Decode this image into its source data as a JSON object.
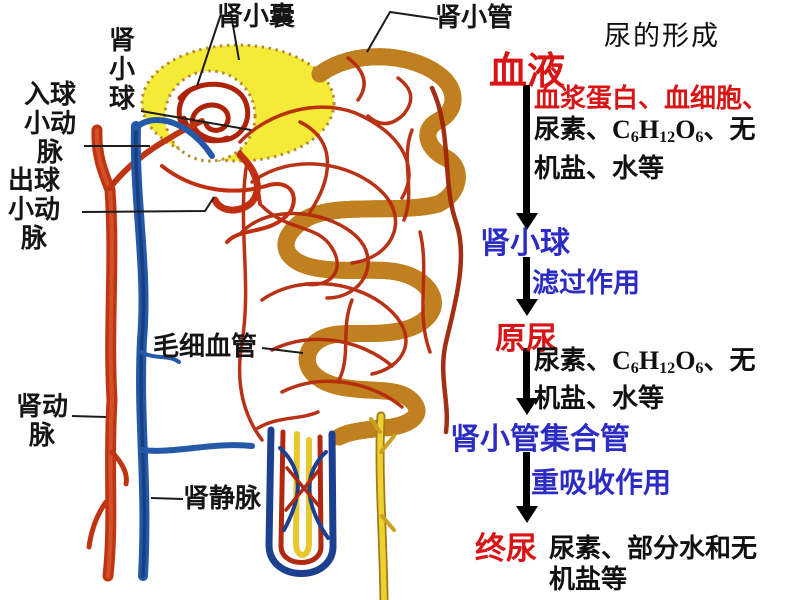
{
  "slide": {
    "title": "尿的形成"
  },
  "colors": {
    "red_text": "#d81414",
    "blue_text": "#2c2cc4",
    "black_text": "#101010",
    "artery_red": "#bf3512",
    "vein_blue": "#2458a8",
    "capsule_yellow": "#f4ea38",
    "tubule_yellow": "#f3df3d"
  },
  "diagram": {
    "labels": {
      "renal_capsule": "肾小囊",
      "renal_tubule": "肾小管",
      "glomerulus": "肾小球",
      "afferent_arteriole": "入球小动脉",
      "efferent_arteriole": "出球小动脉",
      "capillary": "毛细血管",
      "renal_artery": "肾动脉",
      "renal_vein": "肾静脉"
    }
  },
  "flowchart": {
    "blood": {
      "label": "血液",
      "components_red": "血浆蛋白、血细胞、",
      "components_black": "尿素、C_6H_12O_6、无机盐、水等"
    },
    "glomerulus_label": "肾小球",
    "filtration_label": "滤过作用",
    "primary_urine": {
      "label": "原尿",
      "components": "尿素、C_6H_12O_6、无机盐、水等"
    },
    "tubule_collecting_duct_label": "肾小管集合管",
    "reabsorption_label": "重吸收作用",
    "final_urine": {
      "label": "终尿",
      "components": "尿素、部分水和无机盐等"
    }
  }
}
